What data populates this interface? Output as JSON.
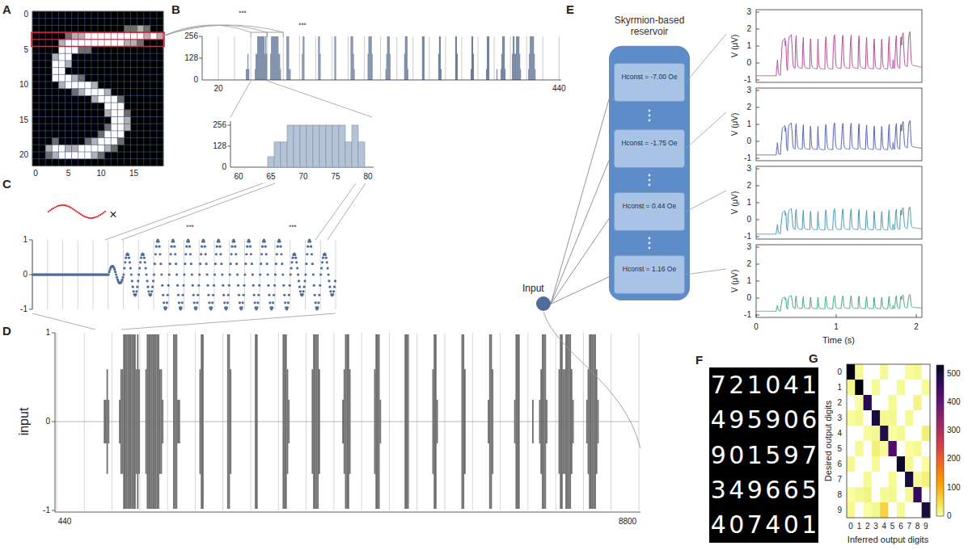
{
  "diagram": {
    "nodes": [
      {
        "text": [
          "Skyrmion-based reservoir"
        ]
      },
      {
        "text": [
          "Hconst = -7.00 Oe"
        ],
        "in": 0
      },
      {
        "text": [
          "Hconst = -1.75 Oe"
        ],
        "in": 0
      },
      {
        "text": [
          "Hconst = 0.44 Oe"
        ],
        "in": 0
      },
      {
        "text": [
          "Hconst = 1.16 Oe"
        ],
        "in": 0
      },
      {
        "text": [
          "Input"
        ]
      }
    ],
    "edges": [
      {
        "from": 5,
        "to": 1,
        "arrow": "none"
      },
      {
        "from": 5,
        "to": 2,
        "arrow": "none"
      },
      {
        "from": 5,
        "to": 3,
        "arrow": "none"
      },
      {
        "from": 5,
        "to": 4,
        "arrow": "none"
      }
    ],
    "labels": [
      "A",
      "B",
      "C",
      "D",
      "E",
      "F",
      "G",
      "0",
      "5",
      "10",
      "15",
      "20",
      "0",
      "5",
      "10",
      "15",
      "256",
      "128",
      "0",
      "20",
      "440",
      "•••",
      "•••",
      "256",
      "128",
      "0",
      "60",
      "65",
      "70",
      "75",
      "80",
      "×",
      "•••",
      "•••",
      "1",
      "0",
      "-1",
      "1",
      "0",
      "-1",
      "input",
      "440",
      "8800",
      "3",
      "2",
      "1",
      "0",
      "-1",
      "V (μV)",
      "3",
      "2",
      "1",
      "0",
      "-1",
      "V (μV)",
      "3",
      "2",
      "1",
      "0",
      "-1",
      "V (μV)",
      "3",
      "2",
      "1",
      "0",
      "-1",
      "V (μV)",
      "0",
      "1",
      "2",
      "Time (s)",
      "7",
      "2",
      "1",
      "0",
      "4",
      "1",
      "4",
      "9",
      "5",
      "9",
      "0",
      "6",
      "9",
      "0",
      "1",
      "5",
      "9",
      "7",
      "3",
      "4",
      "9",
      "6",
      "6",
      "5",
      "4",
      "0",
      "7",
      "4",
      "0",
      "1",
      "0",
      "1",
      "2",
      "3",
      "4",
      "5",
      "6",
      "7",
      "8",
      "9",
      "0",
      "1",
      "2",
      "3",
      "4",
      "5",
      "6",
      "7",
      "8",
      "9",
      "Desired output digits",
      "Inferred output digits",
      "500",
      "400",
      "300",
      "200",
      "100",
      "0"
    ]
  }
}
